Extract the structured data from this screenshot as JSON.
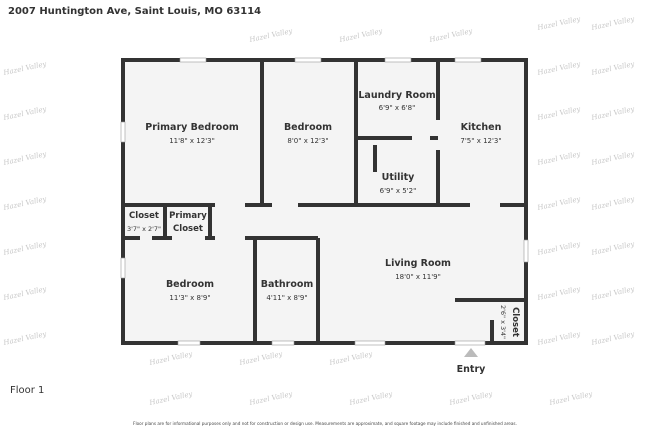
{
  "address": "2007 Huntington Ave, Saint Louis, MO 63114",
  "floor_label": "Floor 1",
  "disclaimer": "Floor plans are for informational purposes only and not for construction or design use. Measurements are approximate, and square footage may include finished and unfinished areas.",
  "watermark": "Hazel Valley",
  "entry_label": "Entry",
  "rooms": [
    {
      "name": "Primary Bedroom",
      "dims": "11'8\" x 12'3\""
    },
    {
      "name": "Bedroom",
      "dims": "8'0\" x 12'3\""
    },
    {
      "name": "Laundry Room",
      "dims": "6'9\" x 6'8\""
    },
    {
      "name": "Kitchen",
      "dims": "7'5\" x 12'3\""
    },
    {
      "name": "Utility",
      "dims": "6'9\" x 5'2\""
    },
    {
      "name": "Closet",
      "dims": "3'7\" x 2'7\""
    },
    {
      "name": "Primary Closet",
      "line1": "Primary",
      "line2": "Closet"
    },
    {
      "name": "Bedroom",
      "dims": "11'3\" x 8'9\""
    },
    {
      "name": "Bathroom",
      "dims": "4'11\" x 8'9\""
    },
    {
      "name": "Living Room",
      "dims": "18'0\" x 11'9\""
    },
    {
      "name": "Closet",
      "dims": "2'6\" x 3'4\""
    }
  ],
  "colors": {
    "wall": "#333333",
    "floor": "#f4f4f4"
  }
}
